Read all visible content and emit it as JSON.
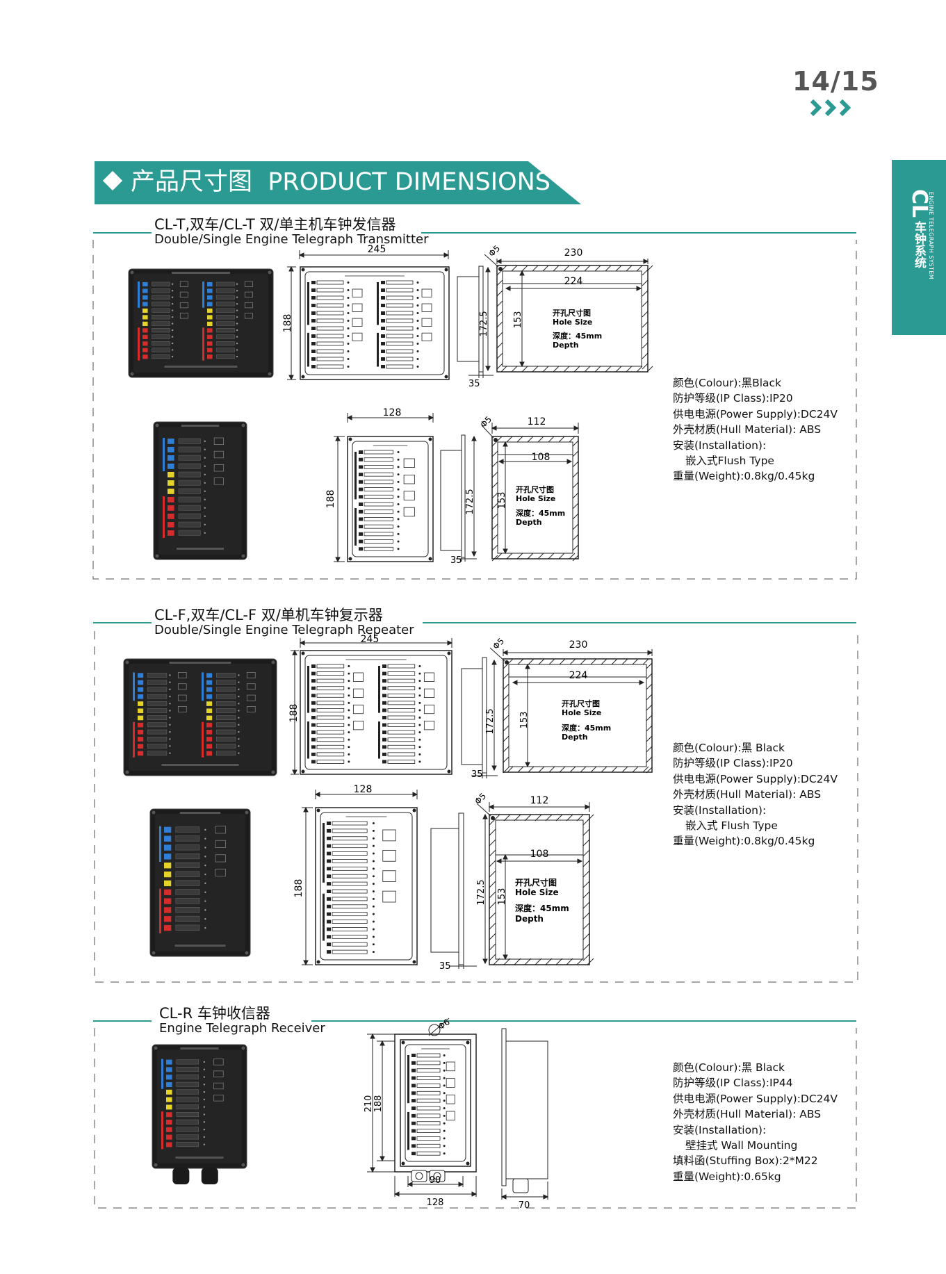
{
  "page": {
    "number": "14/15"
  },
  "side_tab": {
    "code": "CL",
    "title": "车钟系统",
    "subtitle": "ENGINE TELEGRAPH SYSTEM"
  },
  "header": {
    "title_cn": "产品尺寸图",
    "title_en": "PRODUCT DIMENSIONS"
  },
  "colors": {
    "accent": "#2a9a92",
    "ink": "#222222",
    "panel": "#1e1e1e"
  },
  "sections": [
    {
      "title": "CL-T,双车/CL-T 双/单主机车钟发信器",
      "subtitle": "Double/Single Engine Telegraph Transmitter",
      "dims_double": {
        "w": "245",
        "h": "188",
        "d": "35",
        "cut_w": "230",
        "cut_inner": "224",
        "cut_h": "153",
        "side_h": "172.5",
        "hole": "Φ5"
      },
      "dims_single": {
        "w": "128",
        "h": "188",
        "d": "35",
        "cut_w": "112",
        "cut_inner": "108",
        "cut_h": "153",
        "side_h": "172.5",
        "hole": "Φ5"
      },
      "hole_label": {
        "cn": "开孔尺寸图",
        "en": "Hole Size",
        "depth_cn": "深度：45mm",
        "depth_en": "Depth"
      },
      "specs": {
        "colour": "颜色(Colour):黑Black",
        "ip": "防护等级(IP Class):IP20",
        "power": "供电电源(Power Supply):DC24V",
        "hull": "外壳材质(Hull Material): ABS",
        "install": "安装(Installation):",
        "install_type": "嵌入式Flush Type",
        "weight": "重量(Weight):0.8kg/0.45kg"
      }
    },
    {
      "title": "CL-F,双车/CL-F 双/单机车钟复示器",
      "subtitle": "Double/Single Engine Telegraph Repeater",
      "dims_double": {
        "w": "245",
        "h": "188",
        "d": "35",
        "cut_w": "230",
        "cut_inner": "224",
        "cut_h": "153",
        "side_h": "172.5",
        "hole": "Φ5"
      },
      "dims_single": {
        "w": "128",
        "h": "188",
        "d": "35",
        "cut_w": "112",
        "cut_inner": "108",
        "cut_h": "153",
        "side_h": "172.5",
        "hole": "Φ5"
      },
      "hole_label": {
        "cn": "开孔尺寸图",
        "en": "Hole Size",
        "depth_cn": "深度：45mm",
        "depth_en": "Depth"
      },
      "specs": {
        "colour": "颜色(Colour):黑 Black",
        "ip": "防护等级(IP Class):IP20",
        "power": "供电电源(Power Supply):DC24V",
        "hull": "外壳材质(Hull Material): ABS",
        "install": "安装(Installation):",
        "install_type": "嵌入式 Flush Type",
        "weight": "重量(Weight):0.8kg/0.45kg"
      }
    },
    {
      "title": "CL-R 车钟收信器",
      "subtitle": "Engine Telegraph Receiver",
      "dims": {
        "h_outer": "210",
        "h_inner": "188",
        "w": "128",
        "w_inner": "90",
        "d": "70",
        "hole": "Φ6"
      },
      "specs": {
        "colour": "颜色(Colour):黑 Black",
        "ip": "防护等级(IP Class):IP44",
        "power": "供电电源(Power Supply):DC24V",
        "hull": "外壳材质(Hull Material): ABS",
        "install": "安装(Installation):",
        "install_type": "壁挂式 Wall Mounting",
        "stuffing": "填料函(Stuffing Box):2*M22",
        "weight": "重量(Weight):0.65kg"
      }
    }
  ]
}
